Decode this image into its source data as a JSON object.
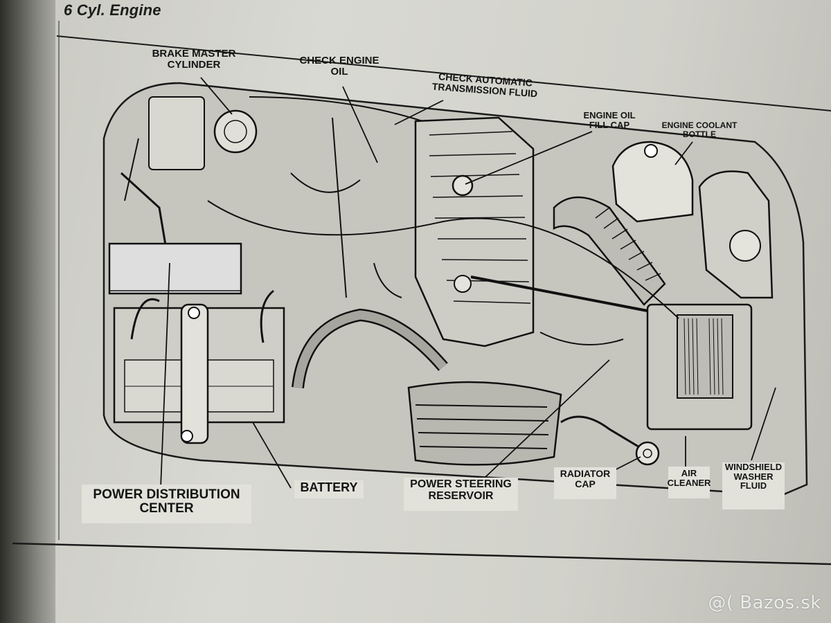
{
  "header": {
    "section_title": "6 Cyl. Engine"
  },
  "labels": {
    "brake_master_cylinder": "BRAKE MASTER\nCYLINDER",
    "check_engine_oil": "CHECK ENGINE\nOIL",
    "check_automatic_transmission_fluid": "CHECK AUTOMATIC\nTRANSMISSION FLUID",
    "engine_oil_fill_cap": "ENGINE OIL\nFILL CAP",
    "engine_coolant_bottle": "ENGINE COOLANT\nBOTTLE",
    "power_distribution_center": "POWER DISTRIBUTION\nCENTER",
    "battery": "BATTERY",
    "power_steering_reservoir": "POWER STEERING\nRESERVOIR",
    "radiator_cap": "RADIATOR\nCAP",
    "air_cleaner": "AIR\nCLEANER",
    "windshield_washer_fluid": "WINDSHIELD\nWASHER\nFLUID"
  },
  "watermark": {
    "text": "@( Bazos.sk"
  },
  "colors": {
    "paper": "#d6d6cf",
    "ink": "#141414",
    "figure_fill": "#c4c4bd"
  }
}
